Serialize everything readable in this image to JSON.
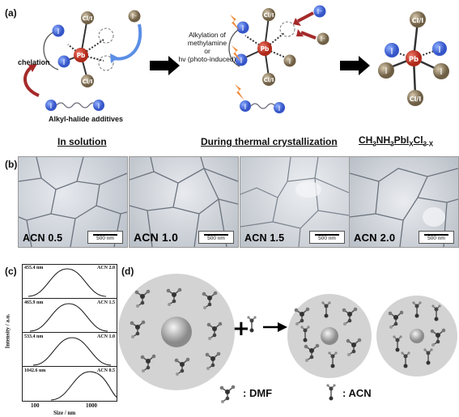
{
  "panel_a": {
    "label": "(a)",
    "atoms": {
      "pb": "Pb",
      "i": "I",
      "cl_i": "Cl/I",
      "i_minus": "I⁻"
    },
    "chelation": "chelation",
    "additives_label": "Alkyl-halide additives",
    "alkylation_text": [
      "Alkylation of",
      "methylamine",
      "or",
      "hv (photo-induced)"
    ]
  },
  "headers": {
    "h1": "In solution",
    "h2": "During thermal crystallization",
    "h3_main": "CH",
    "h3_parts": [
      "3",
      "NH",
      "3",
      "PbI",
      "X",
      "Cl",
      "3-X"
    ]
  },
  "panel_b": {
    "label": "(b)",
    "images": [
      {
        "label": "ACN 0.5",
        "scale": "500 nm"
      },
      {
        "label": "ACN 1.0",
        "scale": "500 nm"
      },
      {
        "label": "ACN 1.5",
        "scale": "500 nm"
      },
      {
        "label": "ACN 2.0",
        "scale": "500 nm"
      }
    ]
  },
  "panel_c": {
    "label": "(c)",
    "ylabel": "Intensity / a.u.",
    "xlabel": "Size / nm",
    "xticks": [
      "100",
      "1000"
    ],
    "rows": [
      {
        "wl": "455.4 nm",
        "acn": "ACN 2.0"
      },
      {
        "wl": "465.9 nm",
        "acn": "ACN 1.5"
      },
      {
        "wl": "533.4 nm",
        "acn": "ACN 1.0"
      },
      {
        "wl": "1042.6 nm",
        "acn": "ACN 0.5"
      }
    ]
  },
  "panel_d": {
    "label": "(d)",
    "plus": "+",
    "legend_dmf": ": DMF",
    "legend_acn": ": ACN"
  },
  "colors": {
    "pb": "#c0392b",
    "i": "#4a6fd9",
    "cl": "#8a7a60",
    "circle": "#d4d4d4",
    "arrow": "#a52a2a"
  }
}
